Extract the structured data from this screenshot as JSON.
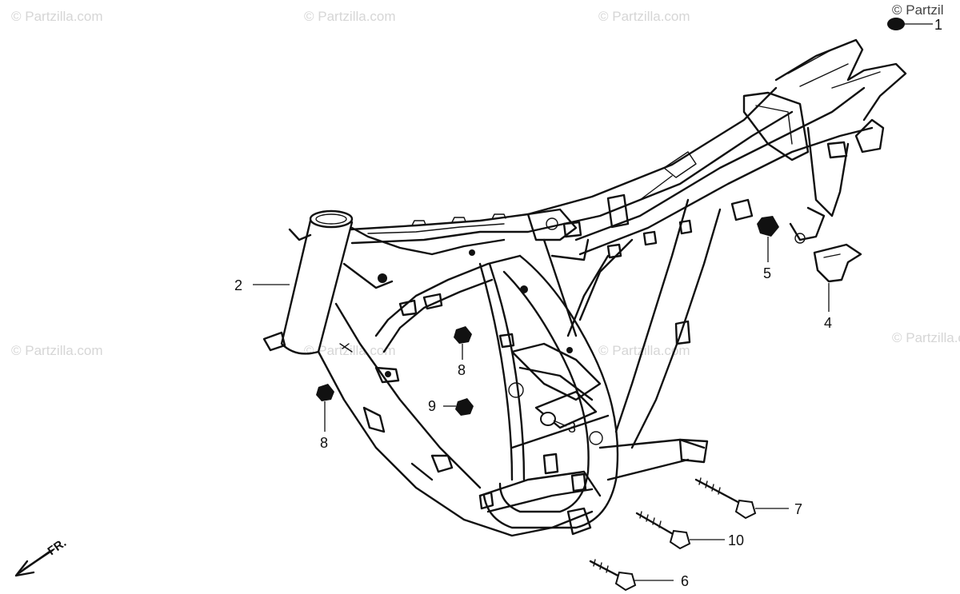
{
  "watermarks": {
    "text": "© Partzilla.com",
    "corner_text": "© Partzil"
  },
  "callouts": {
    "c1": "1",
    "c2": "2",
    "c3": "3",
    "c4": "4",
    "c5": "5",
    "c6": "6",
    "c7": "7",
    "c8a": "8",
    "c8b": "8",
    "c9": "9",
    "c10": "10"
  },
  "direction": {
    "label": "FR."
  },
  "colors": {
    "line": "#111111",
    "watermark": "#d6d6d6",
    "background": "#ffffff"
  }
}
